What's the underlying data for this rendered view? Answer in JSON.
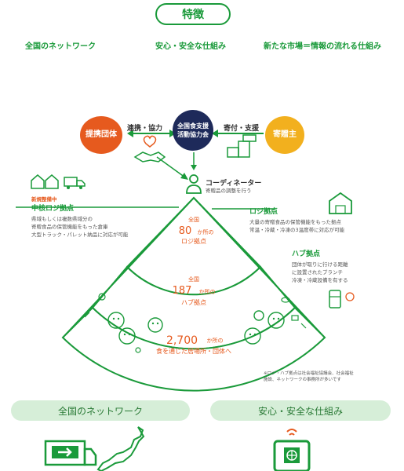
{
  "header": {
    "title": "特徴"
  },
  "features": [
    "全国のネットワーク",
    "安心・安全な仕組み",
    "新たな市場＝情報の流れる仕組み"
  ],
  "diagram": {
    "left_circle": "提携団体",
    "center_circle": "全国食支援\n活動協力会",
    "right_circle": "寄贈主",
    "left_link": "連携・協力",
    "right_link": "寄付・支援",
    "coordinator_label": "コーディネーター",
    "coordinator_sub": "寄贈品の調整を行う",
    "hub_note": "新規整備中",
    "hub_title": "中核ロジ拠点",
    "hub_desc": [
      "県域もしくは複数県域分の",
      "寄贈食品の保管機能をもった倉庫",
      "大型トラック・パレット納品に対応が可能"
    ],
    "logi_title": "ロジ拠点",
    "logi_desc": [
      "大量の寄贈食品の保管機能をもった拠点",
      "常温・冷蔵・冷凍の3温度帯に対応が可能"
    ],
    "hub2_title": "ハブ拠点",
    "hub2_desc": [
      "団体が取りに行ける距離",
      "に設置されたブランチ",
      "冷凍・冷蔵設備を有する"
    ],
    "tier1": {
      "pre": "全国",
      "num": "80",
      "post": "か所の",
      "name": "ロジ拠点"
    },
    "tier2": {
      "pre": "全国",
      "num": "187",
      "post": "か所の",
      "name": "ハブ拠点"
    },
    "tier3": {
      "num": "2,700",
      "post": "か所の",
      "name": "食を通じた居場所・団体へ"
    },
    "footnote": [
      "※ロジ・ハブ拠点は社会福祉協議会、社会福祉",
      "施設、ネットワークの事務所が多いです"
    ]
  },
  "bottom": [
    "全国のネットワーク",
    "安心・安全な仕組み"
  ],
  "colors": {
    "green": "#1a9a3a",
    "orange": "#e65a1e",
    "navy": "#1e2a5a",
    "yellow": "#f2b01e"
  }
}
